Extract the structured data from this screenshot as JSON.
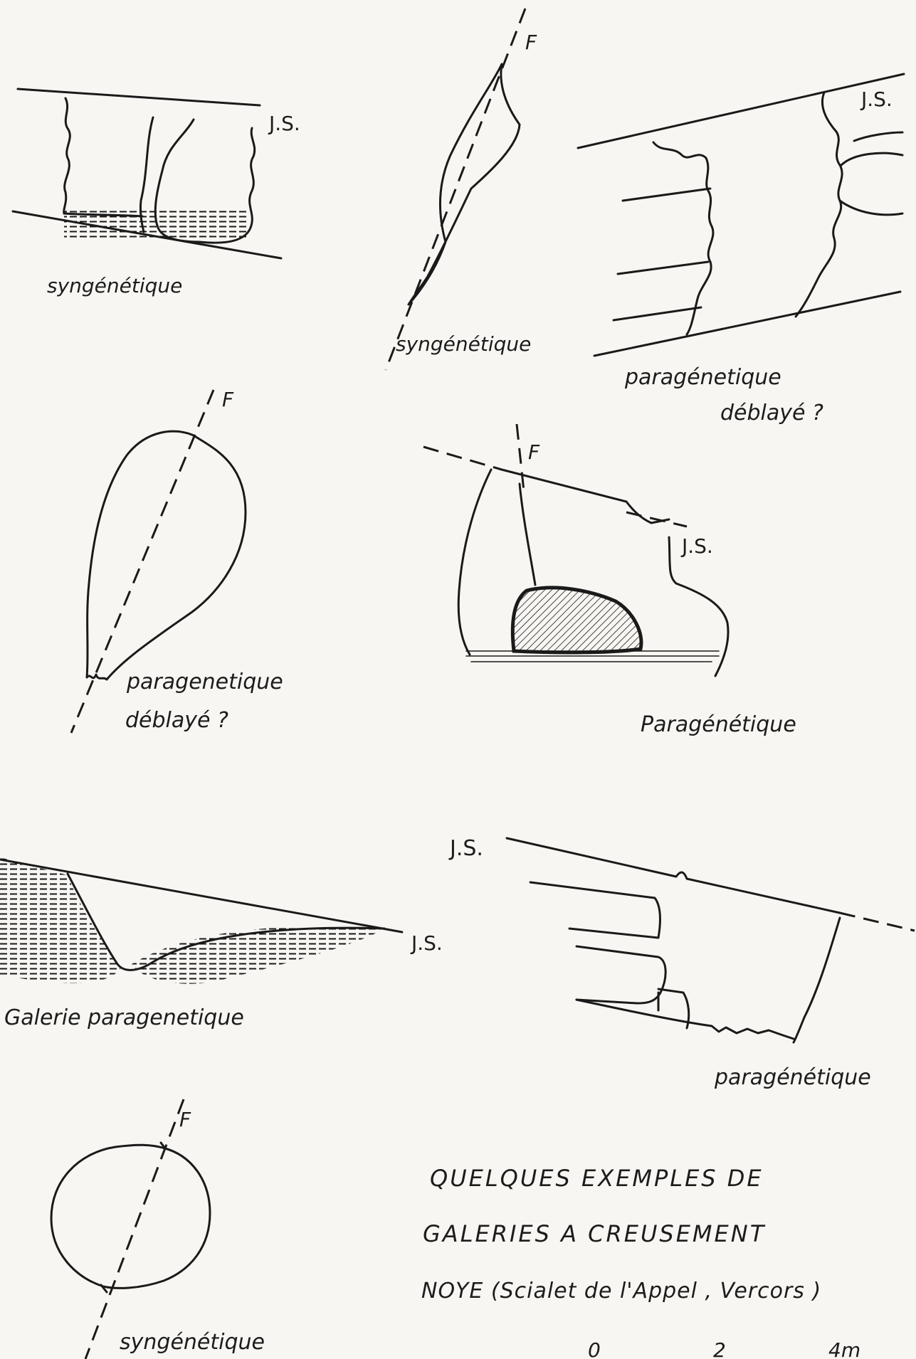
{
  "labels": {
    "f": "F",
    "js": "J.S.",
    "syngenetique": "syngénétique",
    "paragenetique_deblaye_1": "paragénetique",
    "deblaye_1": "déblayé ?",
    "paragenetique_deblaye_2": "paragenetique",
    "deblaye_2": "déblayé ?",
    "paragenetique_cap": "Paragénétique",
    "galerie": "Galerie paragenetique",
    "paragenetique_low": "paragénétique"
  },
  "title": {
    "line1": "QUELQUES   EXEMPLES   DE",
    "line2": "GALERIES  A   CREUSEMENT",
    "line3": "NOYE  (Scialet  de  l'Appel , Vercors )"
  },
  "scale": {
    "tick0": "0",
    "tick1": "2",
    "tick2": "4m"
  }
}
